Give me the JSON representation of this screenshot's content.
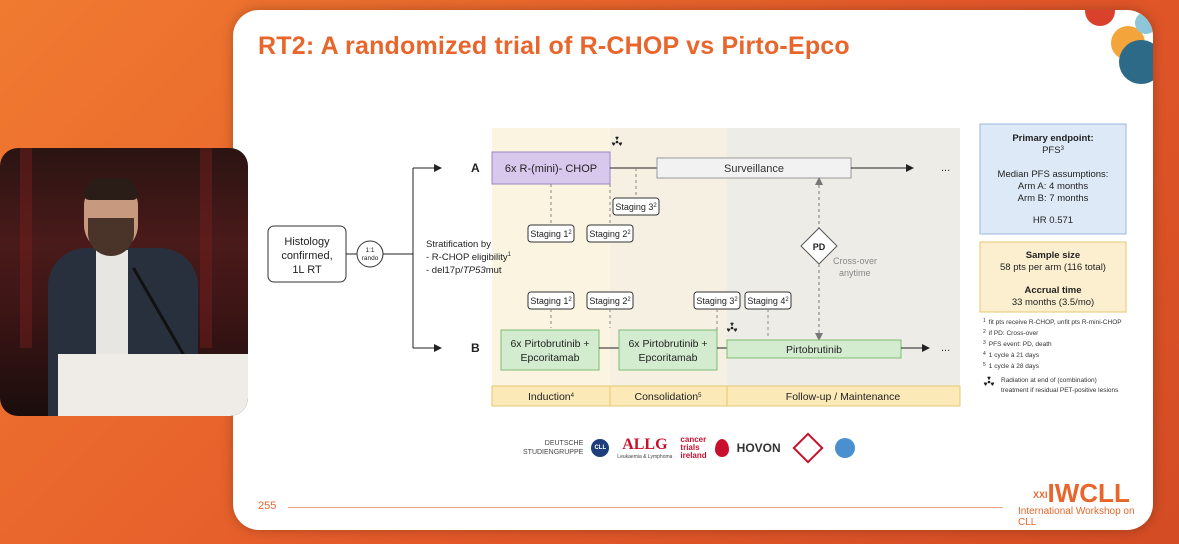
{
  "slide": {
    "title": "RT2: A randomized trial of R-CHOP vs Pirto-Epco",
    "page_number": "255"
  },
  "diagram": {
    "histology": [
      "Histology",
      "confirmed,",
      "1L RT"
    ],
    "rando": [
      "1:1",
      "rando"
    ],
    "stratification": {
      "line1": "Stratification by",
      "line2": "- R-CHOP eligibility",
      "line2_sup": "1",
      "line3_prefix": "- del17p/",
      "line3_italic": "TP53",
      "line3_suffix": "mut"
    },
    "arm_a_label": "A",
    "arm_b_label": "B",
    "arm_a_box": "6x R-(mini)- CHOP",
    "surveillance": "Surveillance",
    "arm_b_induction": [
      "6x Pirtobrutinib +",
      "Epcoritamab"
    ],
    "arm_b_consolidation": [
      "6x Pirtobrutinib +",
      "Epcoritamab"
    ],
    "pirtobrutinib": "Pirtobrutinib",
    "pd": "PD",
    "crossover": [
      "Cross-over",
      "anytime"
    ],
    "ellipsis": "...",
    "staging": {
      "a1": {
        "text": "Staging 1",
        "sup": "2"
      },
      "a2": {
        "text": "Staging 2",
        "sup": "2"
      },
      "a3": {
        "text": "Staging 3",
        "sup": "2"
      },
      "b1": {
        "text": "Staging 1",
        "sup": "2"
      },
      "b2": {
        "text": "Staging 2",
        "sup": "2"
      },
      "b3": {
        "text": "Staging 3",
        "sup": "2"
      },
      "b4": {
        "text": "Staging 4",
        "sup": "2"
      }
    },
    "phases": {
      "induction": "Induction",
      "induction_sup": "4",
      "consolidation": "Consolidation",
      "consolidation_sup": "5",
      "followup": "Follow-up / Maintenance"
    },
    "primary_endpoint": {
      "title": "Primary endpoint:",
      "value": "PFS",
      "value_sup": "3",
      "median_title": "Median PFS assumptions:",
      "arm_a": "Arm A: 4 months",
      "arm_b": "Arm B: 7 months",
      "hr": "HR 0.571"
    },
    "sample": {
      "title": "Sample size",
      "value": "58 pts per arm (116 total)",
      "accrual_title": "Accrual time",
      "accrual_value": "33 months (3.5/mo)"
    },
    "footnotes": [
      {
        "sup": "1",
        "text": "fit pts receive R-CHOP, unfit pts R-mini-CHOP"
      },
      {
        "sup": "2",
        "text": "if PD: Cross-over"
      },
      {
        "sup": "3",
        "text": "PFS event: PD, death"
      },
      {
        "sup": "4",
        "text": "1 cycle à 21 days"
      },
      {
        "sup": "5",
        "text": "1 cycle à 28 days"
      }
    ],
    "radiation_note": [
      "Radiation at end of (combination)",
      "treatment if residual PET-positive lesions"
    ]
  },
  "partners": {
    "gcllsg": [
      "DEUTSCHE",
      "STUDIENGRUPPE"
    ],
    "gcllsg_badge": "CLL",
    "allg": "ALLG",
    "allg_sub": "Leukaemia & Lymphoma",
    "cti": [
      "cancer",
      "trials",
      "ireland"
    ],
    "hovon": "HOVON"
  },
  "branding": {
    "iwcll": "IWCLL",
    "iwcll_prefix": "XXI",
    "iwcll_sub": "International Workshop on CLL"
  },
  "colors": {
    "accent": "#e8662c",
    "arm_a_box": "#d9c8ee",
    "arm_b_box": "#d3ecd0",
    "phase_fill": "#fbe9b8",
    "endpoint_fill": "#dde9f7",
    "sample_fill": "#fbefcf"
  }
}
